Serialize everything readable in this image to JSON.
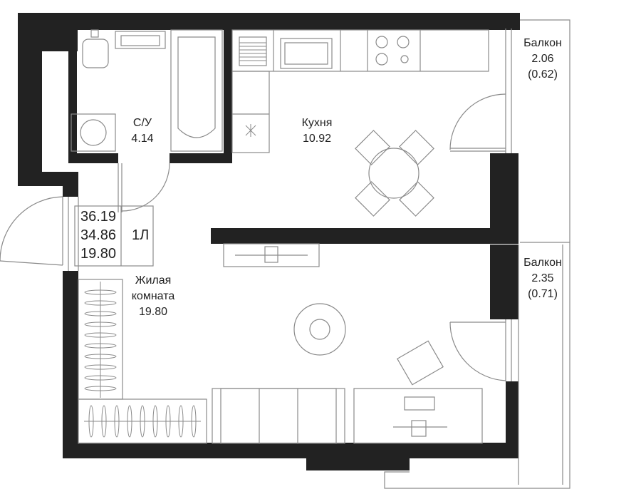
{
  "rooms": {
    "bathroom": {
      "name": "С/У",
      "area": "4.14"
    },
    "kitchen": {
      "name": "Кухня",
      "area": "10.92"
    },
    "living": {
      "name_line1": "Жилая",
      "name_line2": "комната",
      "area": "19.80"
    },
    "balcony_top": {
      "name": "Балкон",
      "area": "2.06",
      "reduced_area": "(0.62)"
    },
    "balcony_bottom": {
      "name": "Балкон",
      "area": "2.35",
      "reduced_area": "(0.71)"
    }
  },
  "summary": {
    "total_area": "36.19",
    "area_without_balconies": "34.86",
    "living_area": "19.80",
    "apartment_type": "1Л"
  },
  "colors": {
    "wall": "#222222",
    "furniture_line": "#8a8a8a",
    "background": "#ffffff"
  }
}
